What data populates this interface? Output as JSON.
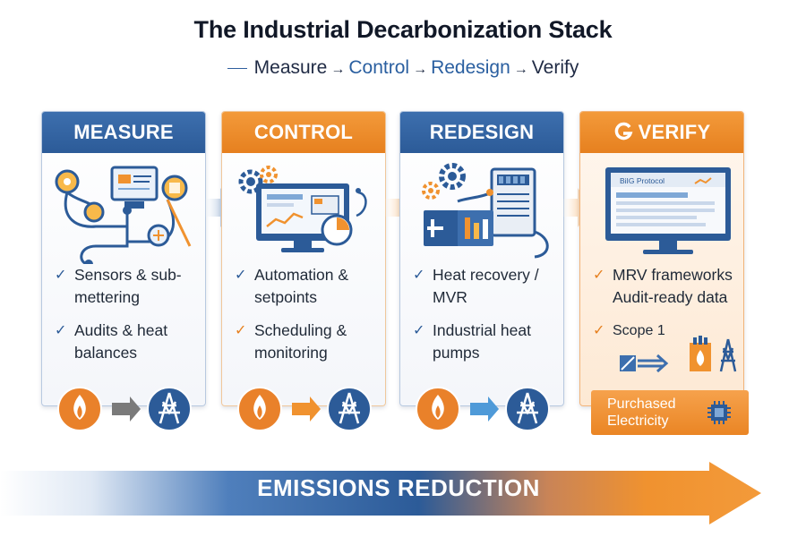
{
  "title": "The Industrial Decarbonization Stack",
  "subtitle": {
    "steps": [
      "Measure",
      "Control",
      "Redesign",
      "Verify"
    ],
    "arrow": "→"
  },
  "panels": [
    {
      "heading": "MEASURE",
      "color": "#2c5b98",
      "bullets": [
        {
          "text": "Sensors & sub-mettering",
          "check_color": "blue"
        },
        {
          "text": "Audits & heat balances",
          "check_color": "blue"
        }
      ]
    },
    {
      "heading": "CONTROL",
      "color": "#e6801f",
      "bullets": [
        {
          "text": "Automation & setpoints",
          "check_color": "blue"
        },
        {
          "text": "Scheduling & monitoring",
          "check_color": "orange"
        }
      ]
    },
    {
      "heading": "REDESIGN",
      "color": "#2c5b98",
      "bullets": [
        {
          "text": "Heat recovery / MVR",
          "check_color": "blue"
        },
        {
          "text": "Industrial heat pumps",
          "check_color": "blue"
        }
      ]
    },
    {
      "heading": "VERIFY",
      "color": "#e6801f",
      "monitor_label": "BiIG Protocol",
      "bullets": [
        {
          "text": "MRV frameworks",
          "check_color": "orange"
        },
        {
          "text": "Audit-ready data",
          "check_color": "none"
        },
        {
          "text": "Scope 1",
          "check_color": "orange"
        }
      ]
    }
  ],
  "purchased": "Purchased Electricity",
  "banner": "EMISSIONS REDUCTION",
  "colors": {
    "blue": "#2c5b98",
    "orange": "#e6801f",
    "check_blue": "#2c5b98",
    "check_orange": "#e6801f"
  },
  "icons": [
    "sensor-network-icon",
    "control-monitor-icon",
    "heat-pump-icon",
    "verify-monitor-icon",
    "flame-icon",
    "transmission-tower-icon",
    "arrow-right-icon",
    "check-icon",
    "verify-logo-icon",
    "chip-icon"
  ]
}
